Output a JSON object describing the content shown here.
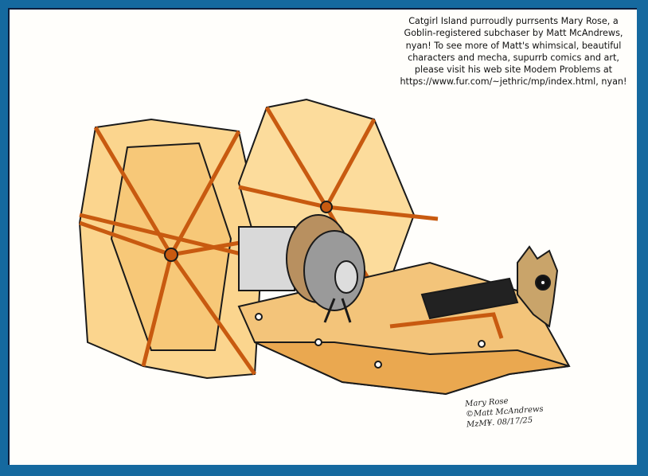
{
  "caption": {
    "lines": [
      "Catgirl Island purroudly purrsents Mary Rose, a",
      "Goblin-registered subchaser by Matt McAndrews,",
      "nyan! To see more of Matt's whimsical, beautiful",
      "characters and mecha, supurrb comics and art,",
      "please visit his web site Modem Problems at",
      "https://www.fur.com/~jethric/mp/index.html, nyan!"
    ]
  },
  "signature": {
    "lines": [
      "Mary Rose",
      "©Matt McAndrews",
      "MzM¥. 08/17/25"
    ]
  },
  "colors": {
    "frame": "#15699f",
    "wood": "#f2c06a",
    "outline": "#c85a10",
    "ink": "#111111"
  }
}
